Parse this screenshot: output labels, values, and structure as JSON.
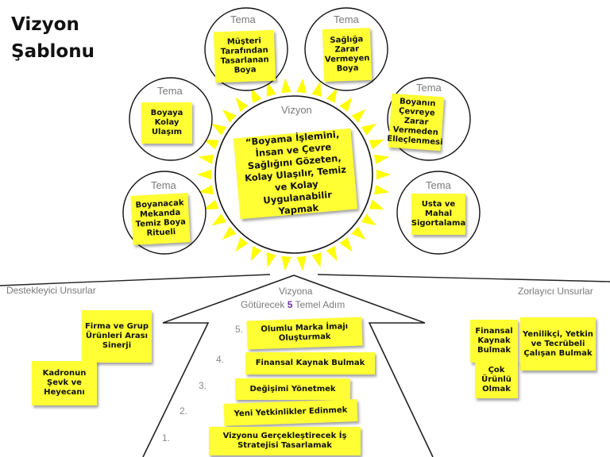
{
  "title": "Vizyon\nŞablonu",
  "theme_label": "Tema",
  "vision_label": "Vizyon",
  "vision_text": "“Boyama İşlemini, İnsan ve Çevre Sağlığını Gözeten, Kolay Ulaşılır, Temiz ve Kolay Uygulanabilir Yapmak",
  "themes": [
    "Müşteri Tarafından Tasarlanan Boya",
    "Sağlığa Zarar Vermeyen Boya",
    "Boyaya Kolay Ulaşım",
    "Boyanın Çevreye Zarar Vermeden Elleçlenmesi",
    "Boyanacak Mekanda Temiz Boya Ritueli",
    "Usta ve Mahal Sigortalama"
  ],
  "supporting": {
    "label": "Destekleyici Unsurlar",
    "items": [
      "Firma ve Grup Ürünleri Arası Sinerji",
      "Kadronun Şevk ve Heyecanı"
    ]
  },
  "challenging": {
    "label": "Zorlayıcı Unsurlar",
    "items": [
      "Finansal Kaynak Bulmak",
      "Yenilikçi, Yetkin ve Tecrübeli Çalışan Bulmak",
      "Çok Ürünlü Olmak"
    ]
  },
  "steps_header": {
    "line1": "Vizyona",
    "line2_pre": "Götürecek ",
    "number": "5",
    "line2_post": " Temel Adım"
  },
  "steps": [
    {
      "num": "5.",
      "text": "Olumlu Marka İmajı Oluşturmak"
    },
    {
      "num": "4.",
      "text": "Finansal Kaynak Bulmak"
    },
    {
      "num": "3.",
      "text": "Değişimi Yönetmek"
    },
    {
      "num": "2.",
      "text": "Yeni Yetkinlikler Edinmek"
    },
    {
      "num": "1.",
      "text": "Vizyonu Gerçekleştirecek İş Stratejisi Tasarlamak"
    }
  ],
  "colors": {
    "sticky": "#ffff33",
    "sun": "#ffff00",
    "accent_number": "#7030a0"
  }
}
